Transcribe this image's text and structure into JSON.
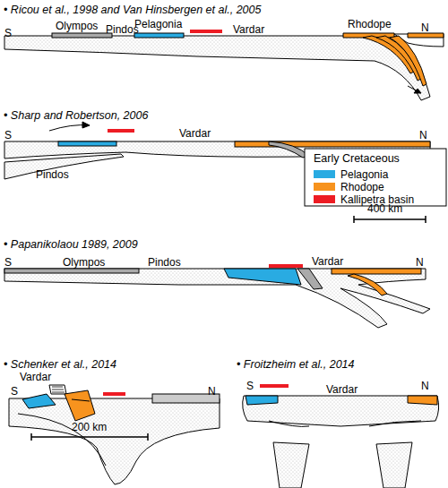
{
  "diagram": {
    "labels": [
      "• Ricou et al., 1998 and Van Hinsbergen et al., 2005",
      "S",
      "Olympos",
      "Pindos",
      "Pelagonia",
      "Vardar",
      "Rhodope",
      "N",
      "• Sharp and Robertson, 2006",
      "S",
      "Vardar",
      "N",
      "Pindos",
      "Early Cretaceous",
      "400 km",
      "• Papanikolaou 1989, 2009",
      "S",
      "Olympos",
      "Pindos",
      "Vardar",
      "N",
      "• Schenker et al., 2014",
      "Vardar",
      "S",
      "N",
      "200 km",
      "• Froitzheim et al., 2014",
      "S",
      "Vardar",
      "N"
    ],
    "legend": [
      {
        "text": "Pelagonia",
        "color": "#29abe2"
      },
      {
        "text": "Rhodope",
        "color": "#f7931e"
      },
      {
        "text": "Kallipetra basin",
        "color": "#ed1c24"
      }
    ]
  }
}
